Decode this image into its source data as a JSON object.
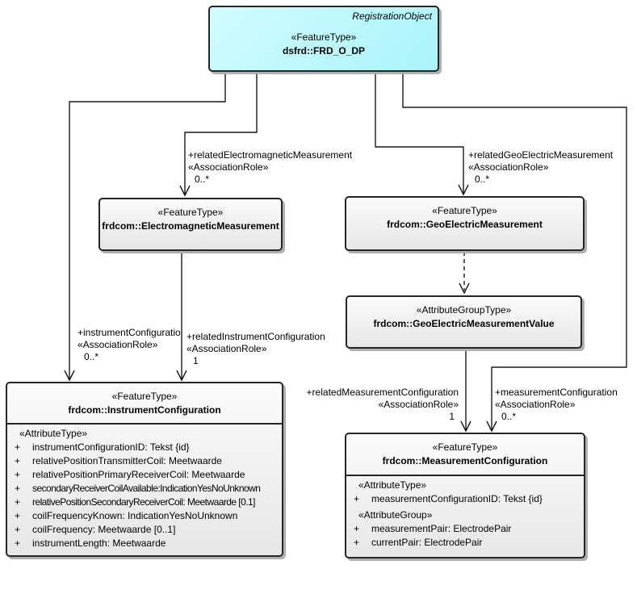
{
  "classes": {
    "frd_o_dp": {
      "tag": "RegistrationObject",
      "stereotype": "«FeatureType»",
      "name": "dsfrd::FRD_O_DP"
    },
    "electromagnetic": {
      "stereotype": "«FeatureType»",
      "name": "frdcom::ElectromagneticMeasurement"
    },
    "geoelectric": {
      "stereotype": "«FeatureType»",
      "name": "frdcom::GeoElectricMeasurement"
    },
    "geoelectric_value": {
      "stereotype": "«AttributeGroupType»",
      "name": "frdcom::GeoElectricMeasurementValue"
    },
    "instrument": {
      "stereotype": "«FeatureType»",
      "name": "frdcom::InstrumentConfiguration",
      "section_header": "«AttributeType»",
      "attrs": [
        {
          "v": "+",
          "t": "instrumentConfigurationID: Tekst {id}"
        },
        {
          "v": "+",
          "t": "relativePositionTransmitterCoil: Meetwaarde"
        },
        {
          "v": "+",
          "t": "relativePositionPrimaryReceiverCoil: Meetwaarde"
        },
        {
          "v": "+",
          "t": "secondaryReceiverCoilAvailable:IndicationYesNoUnknown"
        },
        {
          "v": "+",
          "t": "relativePositionSecondaryReceiverCoil: Meetwaarde [0.1]"
        },
        {
          "v": "+",
          "t": "coilFrequencyKnown: IndicationYesNoUnknown"
        },
        {
          "v": "+",
          "t": "coilFrequency: Meetwaarde [0..1]"
        },
        {
          "v": "+",
          "t": "instrumentLength: Meetwaarde"
        }
      ]
    },
    "measurement": {
      "stereotype": "«FeatureType»",
      "name": "frdcom::MeasurementConfiguration",
      "sections": [
        {
          "header": "«AttributeType»",
          "attrs": [
            {
              "v": "+",
              "t": "measurementConfigurationID: Tekst {id}"
            }
          ]
        },
        {
          "header": "«AttributeGroup»",
          "attrs": [
            {
              "v": "+",
              "t": "measurementPair: ElectrodePair"
            },
            {
              "v": "+",
              "t": "currentPair: ElectrodePair"
            }
          ]
        }
      ]
    }
  },
  "associations": {
    "electromagnetic": {
      "role": "+relatedElectromagneticMeasurement",
      "stereotype": "«AssociationRole»",
      "multiplicity": "0..*"
    },
    "geoelectric": {
      "role": "+relatedGeoElectricMeasurement",
      "stereotype": "«AssociationRole»",
      "multiplicity": "0..*"
    },
    "instrument": {
      "role": "+instrumentConfiguratio",
      "stereotype": "«AssociationRole»",
      "multiplicity": "0..*"
    },
    "related_instrument": {
      "role": "+relatedInstrumentConfiguration",
      "stereotype": "«AssociationRole»",
      "multiplicity": "1"
    },
    "related_measurement": {
      "role": "+relatedMeasurementConfiguration",
      "stereotype": "«AssociationRole»",
      "multiplicity": "1"
    },
    "measurement": {
      "role": "+measurementConfiguration",
      "stereotype": "«AssociationRole»",
      "multiplicity": "0..*"
    }
  },
  "colors": {
    "accent_fill": "#aef5fa",
    "box_fill": "#ededed",
    "border": "#262626",
    "line": "#1a1a1a",
    "shadow": "#b0b0b0"
  }
}
